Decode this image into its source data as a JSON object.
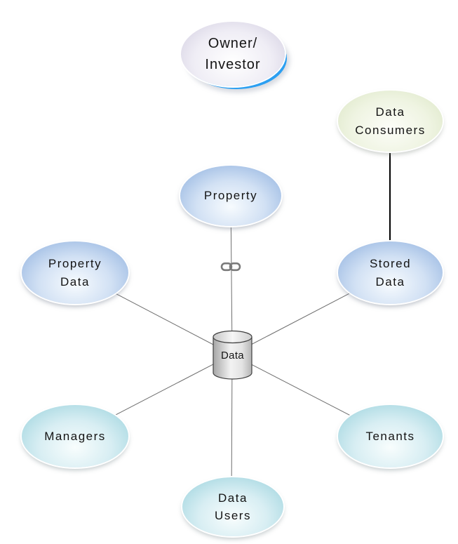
{
  "canvas": {
    "background": "#ffffff"
  },
  "nodes": {
    "owner_investor": {
      "lines": [
        "Owner/",
        "Investor"
      ],
      "fill_style": "lavender"
    },
    "data_consumers": {
      "lines": [
        "Data",
        "Consumers"
      ],
      "fill_style": "green"
    },
    "property": {
      "lines": [
        "Property"
      ],
      "fill_style": "blue"
    },
    "property_data": {
      "lines": [
        "Property",
        "Data"
      ],
      "fill_style": "blue"
    },
    "stored_data": {
      "lines": [
        "Stored",
        "Data"
      ],
      "fill_style": "blue"
    },
    "managers": {
      "lines": [
        "Managers"
      ],
      "fill_style": "cyan"
    },
    "tenants": {
      "lines": [
        "Tenants"
      ],
      "fill_style": "cyan"
    },
    "data_users": {
      "lines": [
        "Data",
        "Users"
      ],
      "fill_style": "cyan"
    }
  },
  "center_node": {
    "label": "Data",
    "shape": "cylinder"
  },
  "edges": [
    {
      "from": "property",
      "to": "center",
      "decoration": "chain-link-icon",
      "line": "gray"
    },
    {
      "from": "property_data",
      "to": "center",
      "line": "gray"
    },
    {
      "from": "stored_data",
      "to": "center",
      "line": "gray"
    },
    {
      "from": "managers",
      "to": "center",
      "line": "gray"
    },
    {
      "from": "tenants",
      "to": "center",
      "line": "gray"
    },
    {
      "from": "data_users",
      "to": "center",
      "line": "gray"
    },
    {
      "from": "data_consumers",
      "to": "stored_data",
      "line": "black"
    }
  ],
  "colors": {
    "blue_node_edge": "#87abdc",
    "cyan_node_edge": "#93cfda",
    "lavender_node_edge": "#cbc6db",
    "green_node_edge": "#d7e3bf",
    "owner_highlight_blue": "#2b9ff2",
    "connector_gray": "#6f6f6f",
    "connector_black": "#000000",
    "text": "#141414",
    "cylinder_stroke": "#3f3f3f"
  }
}
